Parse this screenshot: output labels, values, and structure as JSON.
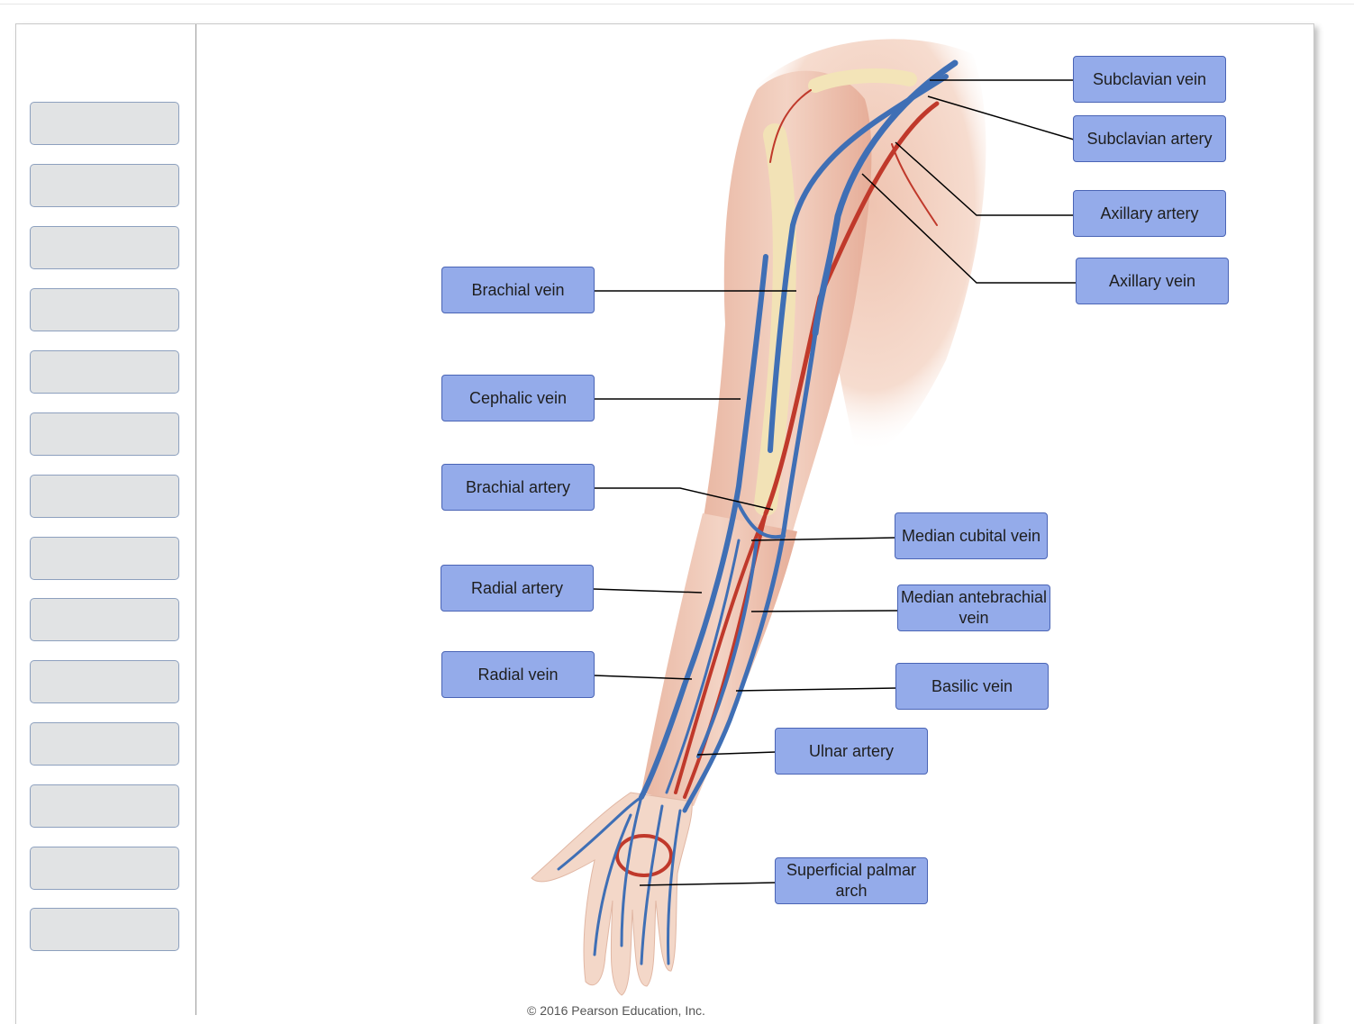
{
  "labels": [
    {
      "id": "subclavian-vein",
      "text": "Subclavian vein"
    },
    {
      "id": "subclavian-artery",
      "text": "Subclavian artery"
    },
    {
      "id": "axillary-artery",
      "text": "Axillary artery"
    },
    {
      "id": "axillary-vein",
      "text": "Axillary vein"
    },
    {
      "id": "brachial-vein",
      "text": "Brachial vein"
    },
    {
      "id": "cephalic-vein",
      "text": "Cephalic vein"
    },
    {
      "id": "brachial-artery",
      "text": "Brachial artery"
    },
    {
      "id": "median-cubital-vein",
      "text": "Median cubital vein"
    },
    {
      "id": "radial-artery",
      "text": "Radial artery"
    },
    {
      "id": "median-antebrachial-vein",
      "text": "Median antebrachial vein"
    },
    {
      "id": "radial-vein",
      "text": "Radial vein"
    },
    {
      "id": "basilic-vein",
      "text": "Basilic vein"
    },
    {
      "id": "ulnar-artery",
      "text": "Ulnar artery"
    },
    {
      "id": "superficial-palmar-arch",
      "text": "Superficial palmar arch"
    }
  ],
  "drop_slots_count": 14,
  "copyright": "© 2016 Pearson Education, Inc.",
  "colors": {
    "label_fill": "#94abea",
    "slot_fill": "#e1e3e4",
    "vein": "#3f6fb5",
    "artery": "#c0392b"
  }
}
